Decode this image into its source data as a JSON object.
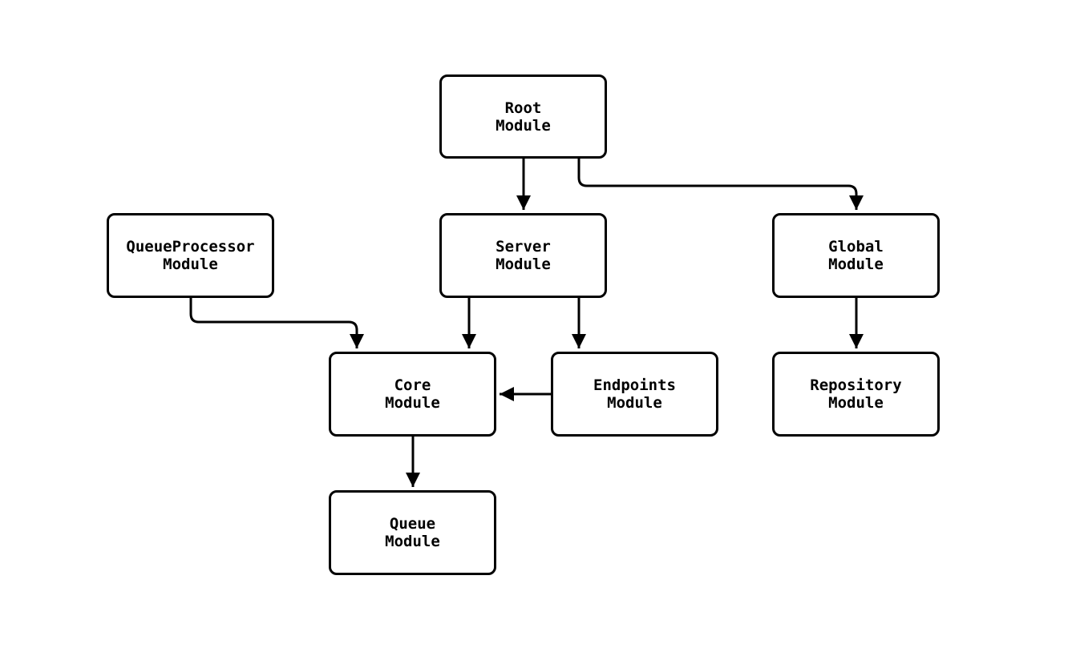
{
  "diagram": {
    "type": "flowchart",
    "direction": "top-down",
    "nodes": {
      "root": {
        "line1": "Root",
        "line2": "Module"
      },
      "queueprocessor": {
        "line1": "QueueProcessor",
        "line2": "Module"
      },
      "server": {
        "line1": "Server",
        "line2": "Module"
      },
      "global": {
        "line1": "Global",
        "line2": "Module"
      },
      "core": {
        "line1": "Core",
        "line2": "Module"
      },
      "endpoints": {
        "line1": "Endpoints",
        "line2": "Module"
      },
      "repository": {
        "line1": "Repository",
        "line2": "Module"
      },
      "queue": {
        "line1": "Queue",
        "line2": "Module"
      }
    },
    "edges": [
      {
        "from": "Root Module",
        "to": "Server Module"
      },
      {
        "from": "Root Module",
        "to": "Global Module"
      },
      {
        "from": "QueueProcessor Module",
        "to": "Core Module"
      },
      {
        "from": "Server Module",
        "to": "Core Module"
      },
      {
        "from": "Server Module",
        "to": "Endpoints Module"
      },
      {
        "from": "Endpoints Module",
        "to": "Core Module"
      },
      {
        "from": "Global Module",
        "to": "Repository Module"
      },
      {
        "from": "Core Module",
        "to": "Queue Module"
      }
    ],
    "colors": {
      "background": "#ffffff",
      "node_fill": "#ffffff",
      "node_border": "#000000",
      "edge": "#000000",
      "text": "#000000"
    }
  }
}
